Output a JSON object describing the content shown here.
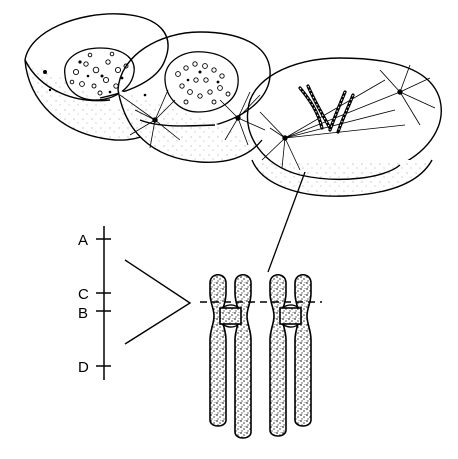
{
  "diagram": {
    "axis_labels": [
      "A",
      "C",
      "B",
      "D"
    ],
    "line_color": "#000000",
    "stipple_color": "#3a3a3a",
    "background": "#ffffff"
  }
}
